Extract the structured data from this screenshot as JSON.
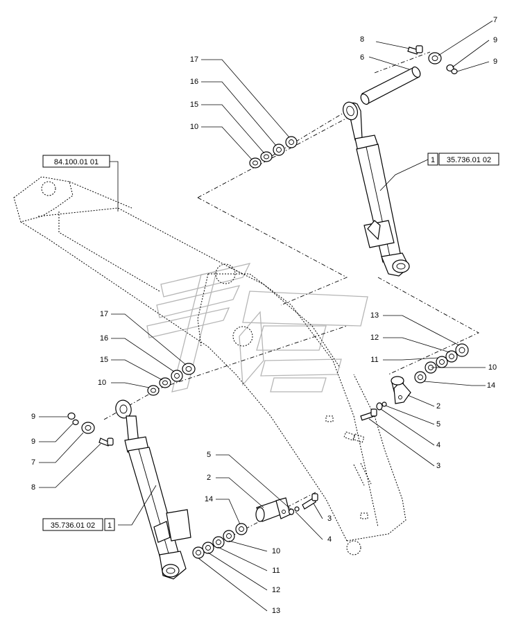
{
  "ref_boxes": {
    "boom_ref": "84.100.01 01",
    "cyl_top_ref": "35.736.01 02",
    "cyl_top_qty": "1",
    "cyl_bottom_ref": "35.736.01 02",
    "cyl_bottom_qty": "1"
  },
  "callouts": {
    "top_7": "7",
    "top_8": "8",
    "top_9a": "9",
    "top_9b": "9",
    "top_6": "6",
    "top_17": "17",
    "top_16": "16",
    "top_15": "15",
    "top_10": "10",
    "mid_17": "17",
    "mid_16": "16",
    "mid_15": "15",
    "mid_10": "10",
    "r_13": "13",
    "r_12": "12",
    "r_11": "11",
    "r_10": "10",
    "r_14": "14",
    "r_2": "2",
    "r_5": "5",
    "r_4": "4",
    "r_3": "3",
    "l_9a": "9",
    "l_9b": "9",
    "l_7": "7",
    "l_8": "8",
    "b_5": "5",
    "b_2": "2",
    "b_14": "14",
    "b_3": "3",
    "b_4": "4",
    "b_10": "10",
    "b_11": "11",
    "b_12": "12",
    "b_13": "13"
  },
  "icons": [
    "boom-arm",
    "hydraulic-cylinder",
    "pin",
    "washer",
    "bolt",
    "nut",
    "grease-nipple",
    "watermark-logo"
  ]
}
